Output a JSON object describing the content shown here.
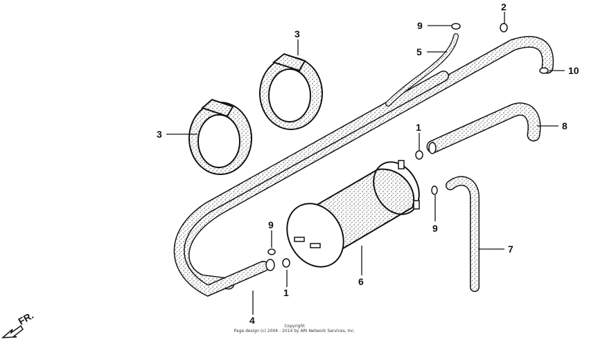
{
  "colors": {
    "ink": "#111111",
    "stipple": "#444444",
    "paper": "#ffffff"
  },
  "callouts": {
    "tube_top_right": "2",
    "clamp_upper": "3",
    "clamp_lower": "3",
    "clip_left_upper": "9",
    "clip_left_lower": "1",
    "clip_right_upper": "1",
    "clip_right_lower": "9",
    "clip_top": "9",
    "clip_far_right": "10",
    "long_tube": "4",
    "thin_tube": "5",
    "canister": "6",
    "tube_right_lower": "7",
    "tube_right_upper": "8"
  },
  "direction_label": "FR.",
  "copyright": {
    "line1": "Copyright",
    "line2": "Page design (c) 2004 - 2014 by ARI Network Services, Inc."
  }
}
